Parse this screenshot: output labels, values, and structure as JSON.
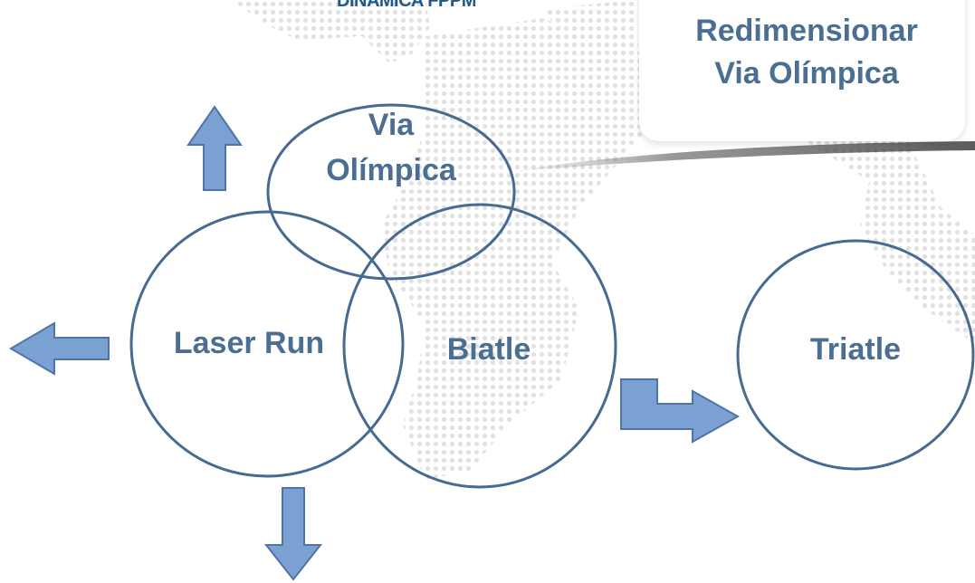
{
  "header": {
    "title": "DINAMICA FPPM"
  },
  "callout": {
    "line1": "Redimensionar",
    "line2": "Via Olímpica"
  },
  "circles": {
    "via_olimpica": {
      "line1": "Via",
      "line2": "Olímpica"
    },
    "laser_run": "Laser Run",
    "biatle": "Biatle",
    "triatle": "Triatle"
  },
  "colors": {
    "circle_stroke": "#466a91",
    "label_text": "#4a6f92",
    "arrow_fill": "#7aa1d2",
    "arrow_stroke": "#4f75a8",
    "title_text": "#1f5a8a"
  },
  "icons": {
    "arrow_up": "arrow-up-icon",
    "arrow_left": "arrow-left-icon",
    "arrow_down": "arrow-down-icon",
    "arrow_bent_right": "bent-arrow-right-icon"
  }
}
